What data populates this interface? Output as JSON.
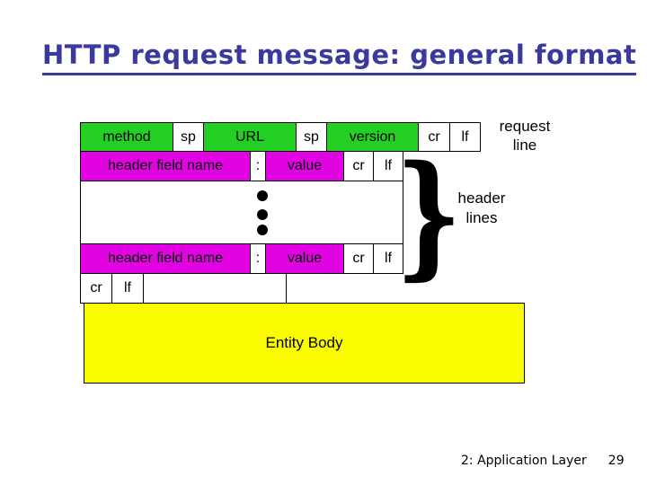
{
  "title": "HTTP request message: general format",
  "colors": {
    "title_blue": "#3a3a9e",
    "request_line_green": "#22cf22",
    "header_magenta": "#e203e2",
    "entity_body_yellow": "#fcfc00",
    "border": "#000000"
  },
  "diagram": {
    "request_line": {
      "cells": [
        "method",
        "sp",
        "URL",
        "sp",
        "version",
        "cr",
        "lf"
      ],
      "label_line1": "request",
      "label_line2": "line"
    },
    "header_row_top": [
      "header field name",
      ":",
      "value",
      "cr",
      "lf"
    ],
    "header_row_bottom": [
      "header field name",
      ":",
      "value",
      "cr",
      "lf"
    ],
    "blank_line_row": [
      "cr",
      "lf"
    ],
    "header_lines": {
      "brace": "}",
      "label_line1": "header",
      "label_line2": "lines"
    },
    "entity_body": "Entity Body"
  },
  "footer": {
    "label": "2: Application Layer",
    "page": "29"
  }
}
